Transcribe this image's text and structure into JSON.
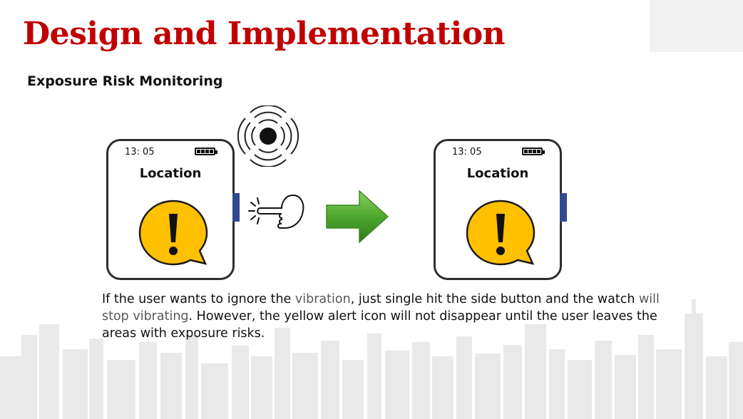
{
  "slide": {
    "title": "Design and Implementation",
    "subtitle": "Exposure Risk Monitoring"
  },
  "watches": [
    {
      "time": "13: 05",
      "label": "Location"
    },
    {
      "time": "13: 05",
      "label": "Location"
    }
  ],
  "description": {
    "p1": "If the user wants to ignore the ",
    "p2": "vibration",
    "p3": ", just single hit the side button and the watch ",
    "p4": "will stop vibrating",
    "p5": ".  However, the yellow alert icon will not disappear until the user leaves the areas with exposure risks."
  },
  "colors": {
    "title": "#c00000",
    "alert_yellow": "#ffc000",
    "side_button": "#2f4a8f",
    "arrow_green": "#4ea72e"
  },
  "icons": [
    "vibration-icon",
    "finger-tap-icon",
    "green-arrow-icon",
    "alert-icon",
    "battery-icon"
  ]
}
